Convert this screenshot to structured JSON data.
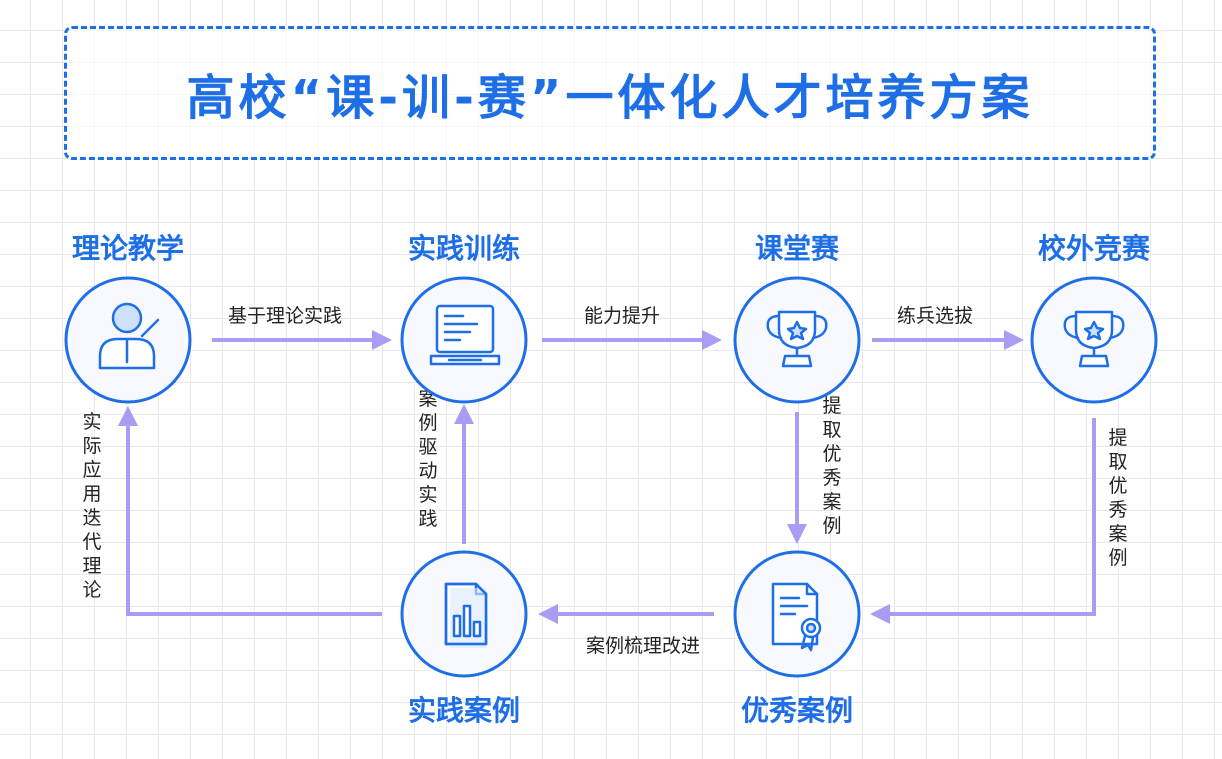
{
  "title": "高校“课-训-赛”一体化人才培养方案",
  "nodes": {
    "theory": {
      "label": "理论教学",
      "icon": "teacher-icon"
    },
    "practice": {
      "label": "实践训练",
      "icon": "laptop-code-icon"
    },
    "class_contest": {
      "label": "课堂赛",
      "icon": "trophy-icon"
    },
    "external_contest": {
      "label": "校外竞赛",
      "icon": "trophy-icon"
    },
    "practice_cases": {
      "label": "实践案例",
      "icon": "report-chart-icon"
    },
    "excellent_cases": {
      "label": "优秀案例",
      "icon": "certificate-icon"
    }
  },
  "edges": {
    "theory_to_practice": "基于理论实践",
    "practice_to_class": "能力提升",
    "class_to_external": "练兵选拔",
    "class_to_excellent": "提取优秀案例",
    "external_to_excellent": "提取优秀案例",
    "excellent_to_practice_cases": "案例梳理改进",
    "practice_cases_to_practice": "案例驱动实践",
    "practice_cases_to_theory": "实际应用迭代理论"
  },
  "colors": {
    "primary": "#1e6fe6",
    "arrow": "#a99cf2",
    "circle_fill": "#f7f9ff"
  }
}
